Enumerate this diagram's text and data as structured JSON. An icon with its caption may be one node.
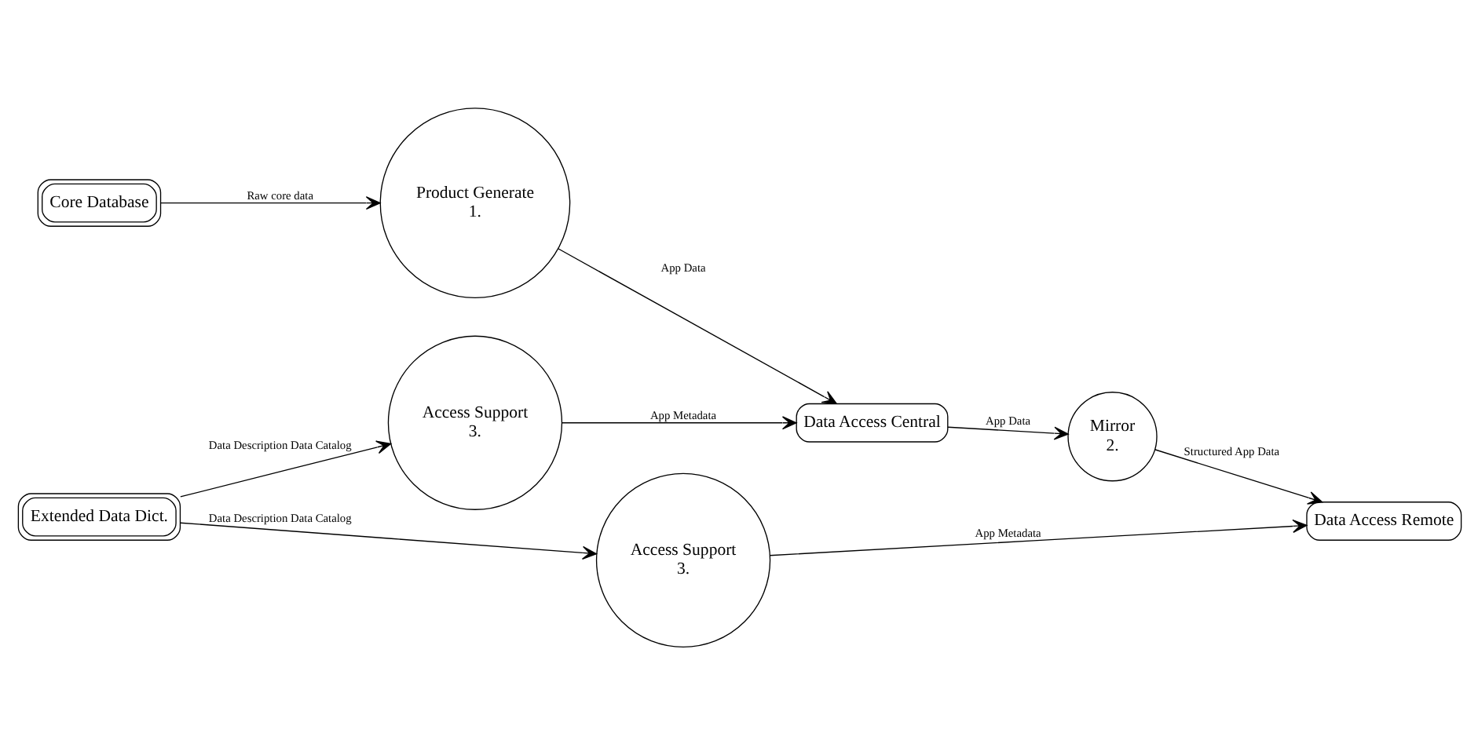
{
  "diagram": {
    "nodes": [
      {
        "text": [
          "Core Database"
        ]
      },
      {
        "text": [
          "Product Generate",
          "1."
        ]
      },
      {
        "text": [
          "Data Access Central"
        ]
      },
      {
        "text": [
          "Mirror",
          "2."
        ]
      },
      {
        "text": [
          "Access Support",
          "3."
        ]
      },
      {
        "text": [
          "Extended Data Dict."
        ]
      },
      {
        "text": [
          "Data Access Remote"
        ]
      },
      {
        "text": [
          "Access Support",
          "3."
        ]
      }
    ],
    "edges": [
      {
        "from": 0,
        "to": 1,
        "arrow": "to",
        "label": "Raw core data"
      },
      {
        "from": 1,
        "to": 2,
        "arrow": "to",
        "label": "App Data"
      },
      {
        "from": 4,
        "to": 2,
        "arrow": "to",
        "label": "App Metadata"
      },
      {
        "from": 2,
        "to": 3,
        "arrow": "to",
        "label": "App Data"
      },
      {
        "from": 3,
        "to": 6,
        "arrow": "to",
        "label": "Structured App Data"
      },
      {
        "from": 5,
        "to": 4,
        "arrow": "to",
        "label": "Data Description Data Catalog"
      },
      {
        "from": 5,
        "to": 7,
        "arrow": "to",
        "label": "Data Description Data Catalog"
      },
      {
        "from": 7,
        "to": 6,
        "arrow": "to",
        "label": "App Metadata"
      }
    ]
  }
}
